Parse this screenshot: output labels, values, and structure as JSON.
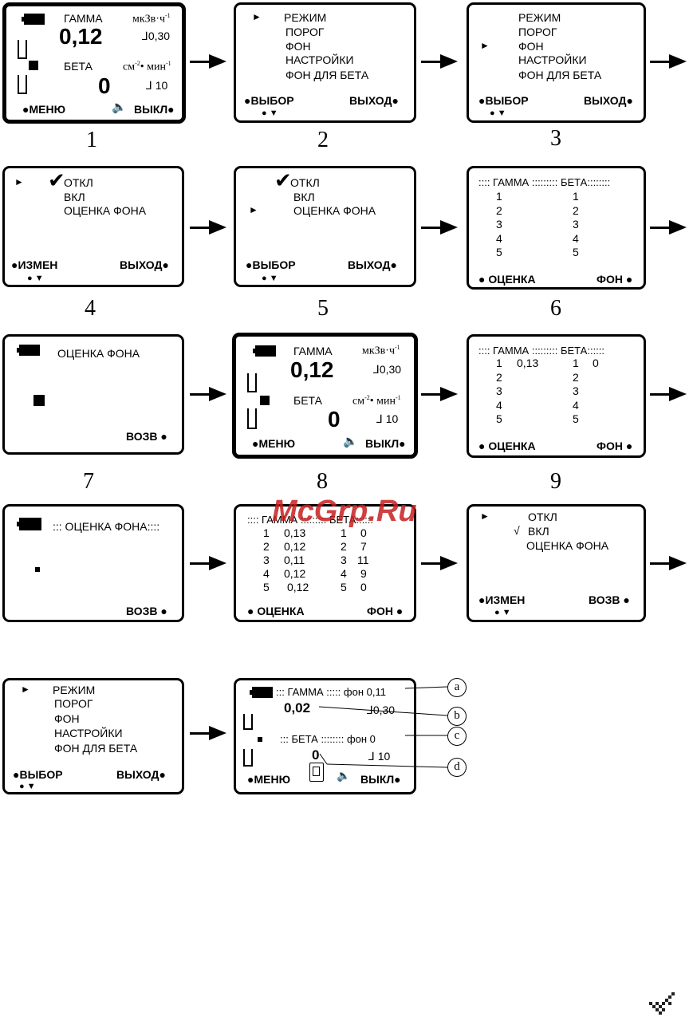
{
  "labels": {
    "gamma": "ГАММА",
    "beta": "БЕТА",
    "unit_gamma": "мкЗв·ч",
    "unit_gamma_sup": "-1",
    "unit_beta_a": "см",
    "unit_beta_a_sup": "-2",
    "unit_beta_b": "• мин",
    "unit_beta_b_sup": "-1",
    "gamma_value": "0,12",
    "beta_value": "0",
    "gamma_threshold": "0,30",
    "beta_threshold": "10",
    "menu": "●МЕНЮ",
    "off": "ВЫКЛ●",
    "select": "●ВЫБОР",
    "exit": "ВЫХОД●",
    "change": "●ИЗМЕН",
    "back": "ВОЗВ  ●",
    "estimate": "● ОЦЕНКА",
    "background": "ФОН  ●",
    "nav_arrows": "●   ▼",
    "pointer": "►"
  },
  "menu_items": [
    "РЕЖИМ",
    "ПОРОГ",
    "ФОН",
    "НАСТРОЙКИ",
    "ФОН ДЛЯ БЕТА"
  ],
  "bg_options": [
    "ОТКЛ",
    "ВКЛ",
    "ОЦЕНКА ФОНА"
  ],
  "estimate_title": "ОЦЕНКА ФОНА",
  "estimate_title_10": "::: ОЦЕНКА ФОНА::::",
  "table_header": ":::: ГАММА ::::::::: БЕТА::::::::",
  "table_header_9": ":::: ГАММА ::::::::: БЕТА::::::",
  "table_header_11": ":::: ГАММА ::::::::: БЕТА::::::",
  "rows_index": [
    "1",
    "2",
    "3",
    "4",
    "5"
  ],
  "table9_first": {
    "gamma": "0,13",
    "beta": "0"
  },
  "table11": {
    "gamma": [
      "0,13",
      "0,12",
      "0,11",
      "0,12",
      "0,12"
    ],
    "beta": [
      "0",
      "7",
      "11",
      "9",
      "0"
    ]
  },
  "screen14": {
    "gamma_line": "::: ГАММА ::::: фон 0,11",
    "gamma_value": "0,02",
    "beta_line": "::: БЕТА :::::::: фон    0",
    "beta_value": "0",
    "gamma_threshold": "0,30",
    "beta_threshold": "10"
  },
  "figure_numbers": [
    "1",
    "2",
    "3",
    "4",
    "5",
    "6",
    "7",
    "8",
    "9"
  ],
  "callouts": [
    "a",
    "b",
    "c",
    "d"
  ],
  "watermark": "McGrp.Ru",
  "check_symbol": "√"
}
